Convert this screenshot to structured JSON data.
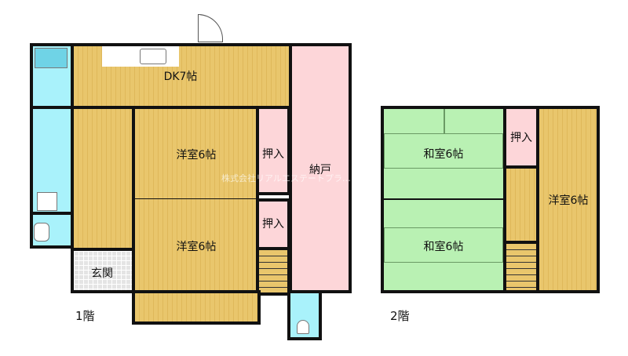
{
  "floor1": {
    "label": "1階",
    "rooms": {
      "dk": "DK7帖",
      "western_upper": "洋室6帖",
      "western_lower": "洋室6帖",
      "closet_upper": "押入",
      "closet_lower": "押入",
      "storage": "納戸",
      "entrance": "玄関"
    }
  },
  "floor2": {
    "label": "2階",
    "rooms": {
      "japanese_upper": "和室6帖",
      "japanese_lower": "和室6帖",
      "closet": "押入",
      "western": "洋室6帖"
    }
  },
  "watermark": "株式会社リアルエステートプラ… 八幡店",
  "colors": {
    "wood": "#e9c66c",
    "wet_area": "#a9f2fb",
    "storage": "#fdd6d9",
    "tatami": "#b9f1b3",
    "wall": "#111111"
  }
}
